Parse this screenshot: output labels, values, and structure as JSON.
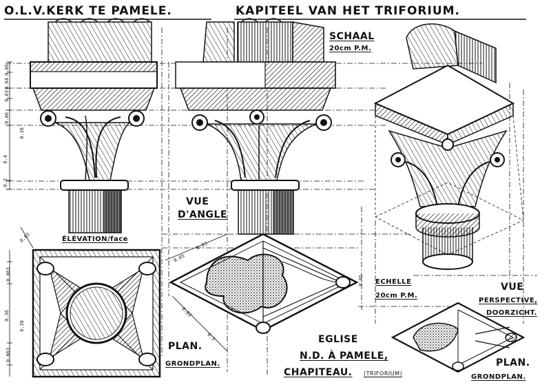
{
  "title": {
    "left": "O.L.V.KERK TE PAMELE.",
    "right": "KAPITEEL VAN HET TRIFORIUM."
  },
  "scale_top": {
    "line1": "SCHAAL",
    "line2": "20cm P.M."
  },
  "labels": {
    "elevation": "ÉLÉVATION/face",
    "vue_angle_1": "VUE",
    "vue_angle_2": "D'ANGLE",
    "echelle_1": "ECHELLE",
    "echelle_2": "20cm P.M.",
    "vue_persp_1": "VUE",
    "vue_persp_2": "PERSPECTIVE,",
    "vue_persp_3": "DOORZICHT.",
    "plan_left_1": "PLAN.",
    "plan_left_2": "GRONDPLAN.",
    "plan_right_1": "PLAN.",
    "plan_right_2": "GRONDPLAN.",
    "eglise_1": "EGLISE",
    "eglise_2": "N.D. À PAMELE,",
    "eglise_3": "CHAPITEAU.",
    "eglise_4": "(TRIFORIUM)"
  },
  "dimensions": {
    "elev_side": [
      "0.06",
      "0.04",
      "0.03",
      "0.06",
      "0.38",
      "0.4",
      "0.3"
    ],
    "plan_side": [
      "0.03",
      "0.063",
      "0.36",
      "0.38",
      "0.063"
    ],
    "diag": [
      "0.05",
      "0.03",
      "0.03",
      "0.3"
    ],
    "persp": [
      "0.05"
    ]
  }
}
